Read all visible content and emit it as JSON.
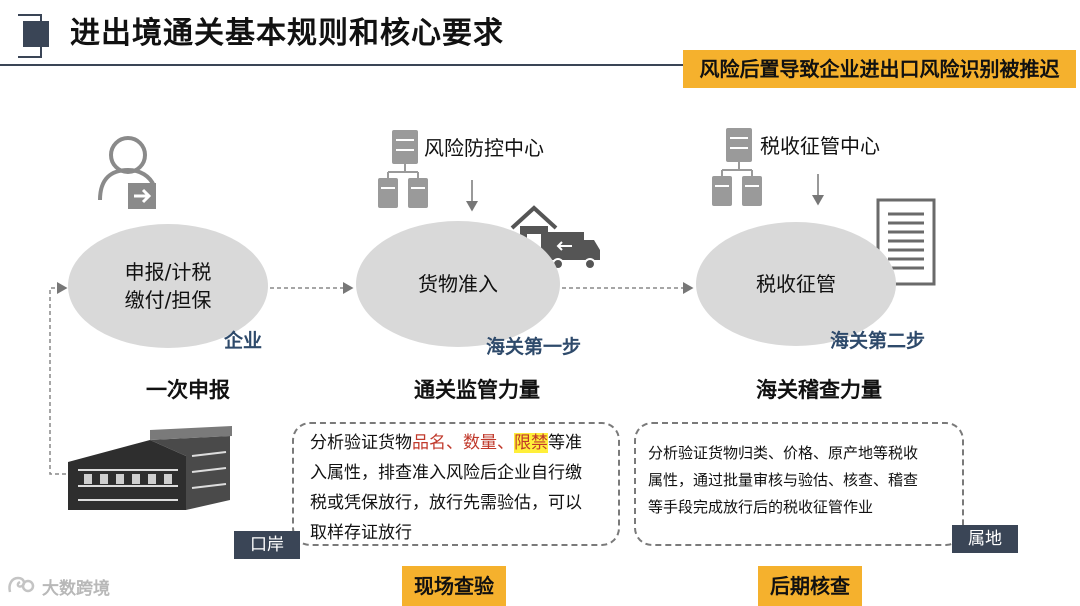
{
  "header": {
    "title": "进出境通关基本规则和核心要求",
    "banner": "风险后置导致企业进出口风险识别被推迟"
  },
  "nodes": {
    "node1": {
      "line1": "申报/计税",
      "line2": "缴付/担保",
      "owner": "企业",
      "section": "一次申报"
    },
    "node2": {
      "label": "货物准入",
      "step": "海关第一步",
      "section": "通关监管力量",
      "center": "风险防控中心"
    },
    "node3": {
      "label": "税收征管",
      "step": "海关第二步",
      "section": "海关稽查力量",
      "center": "税收征管中心"
    }
  },
  "box1": {
    "prefix": "分析验证货物",
    "item1": "品名",
    "sep1": "、",
    "item2": "数量",
    "sep2": "、",
    "item3": "限禁",
    "rest_line1": "等准",
    "line2": "入属性，排查准入风险后企业自行缴",
    "line3": "税或凭保放行，放行先需验估，可以",
    "line4": "取样存证放行"
  },
  "box2": {
    "line1": "分析验证货物归类、价格、原产地等税收",
    "line2": "属性，通过批量审核与验估、核查、稽查",
    "line3": "等手段完成放行后的税收征管作业"
  },
  "tags": {
    "port": "口岸",
    "territory": "属地",
    "onsite": "现场查验",
    "post": "后期核查"
  },
  "watermark": "大数跨境",
  "icons": [
    "user-export-icon",
    "server-network-icon",
    "warehouse-truck-icon",
    "document-icon",
    "building-icon"
  ],
  "colors": {
    "accent": "#f5b12d",
    "navy": "#3a4556",
    "ellipse": "#d9d9d9",
    "highlight_red": "#c0392b",
    "highlight_yellow": "#ffef3a"
  }
}
